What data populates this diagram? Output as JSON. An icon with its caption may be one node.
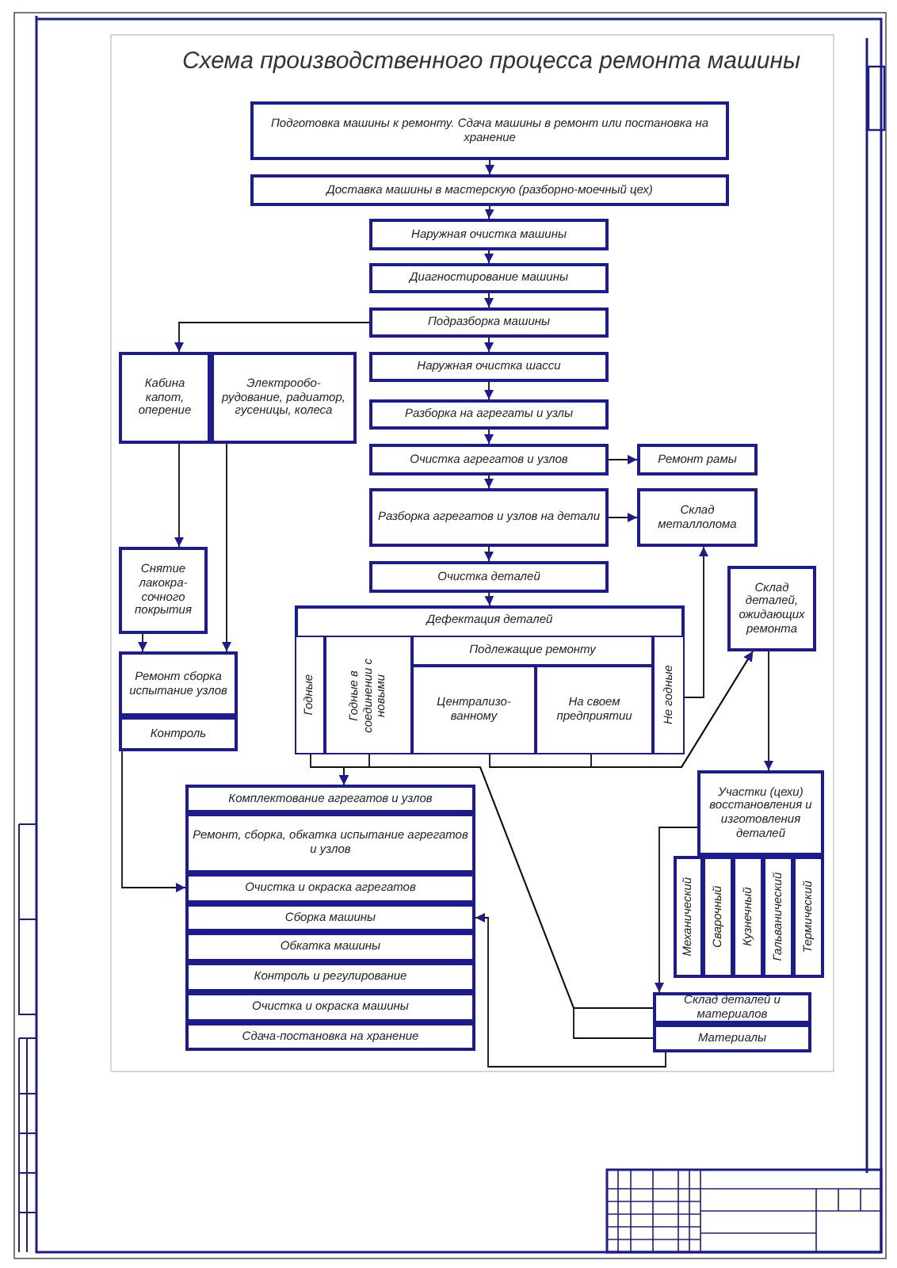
{
  "diagram": {
    "title": "Схема производственного процесса ремонта машины",
    "nodes": [
      {
        "text": [
          "Подготовка машины к ремонту. Сдача машины в ремонт или постановка на хранение"
        ]
      },
      {
        "text": [
          "Доставка машины в мастерскую (разборно-моечный цех)"
        ]
      },
      {
        "text": [
          "Наружная очистка машины"
        ]
      },
      {
        "text": [
          "Диагностирование машины"
        ]
      },
      {
        "text": [
          "Подразборка машины"
        ]
      },
      {
        "text": [
          "Кабина капот, оперение"
        ]
      },
      {
        "text": [
          "Электрообо-рудование, радиатор, гусеницы, колеса"
        ]
      },
      {
        "text": [
          "Наружная очистка шасси"
        ]
      },
      {
        "text": [
          "Разборка на агрегаты и узлы"
        ]
      },
      {
        "text": [
          "Очистка агрегатов и узлов"
        ]
      },
      {
        "text": [
          "Ремонт рамы"
        ]
      },
      {
        "text": [
          "Разборка агрегатов и узлов на детали"
        ]
      },
      {
        "text": [
          "Склад металлолома"
        ]
      },
      {
        "text": [
          "Снятие лакокра-сочного покрытия"
        ]
      },
      {
        "text": [
          "Очистка деталей"
        ]
      },
      {
        "text": [
          "Склад деталей, ожидающих ремонта"
        ]
      },
      {
        "text": [
          "Дефектация деталей"
        ]
      },
      {
        "text": [
          "Годные"
        ],
        "in": 16
      },
      {
        "text": [
          "Годные в соединении с новыми"
        ],
        "in": 16
      },
      {
        "text": [
          "Подлежащие ремонту"
        ],
        "in": 16
      },
      {
        "text": [
          "Централизо-ванному"
        ],
        "in": 16
      },
      {
        "text": [
          "На своем предприятии"
        ],
        "in": 16
      },
      {
        "text": [
          "Не годные"
        ],
        "in": 16
      },
      {
        "text": [
          "Ремонт сборка испытание узлов"
        ]
      },
      {
        "text": [
          "Контроль"
        ]
      },
      {
        "text": [
          "Участки (цехи) восстановления и изготовления деталей"
        ]
      },
      {
        "text": [
          "Механический"
        ]
      },
      {
        "text": [
          "Сварочный"
        ]
      },
      {
        "text": [
          "Кузнечный"
        ]
      },
      {
        "text": [
          "Гальванический"
        ]
      },
      {
        "text": [
          "Термический"
        ]
      },
      {
        "text": [
          "Комплектование агрегатов и узлов"
        ]
      },
      {
        "text": [
          "Ремонт, сборка, обкатка испытание агрегатов и узлов"
        ]
      },
      {
        "text": [
          "Очистка и окраска агрегатов"
        ]
      },
      {
        "text": [
          "Сборка машины"
        ]
      },
      {
        "text": [
          "Обкатка машины"
        ]
      },
      {
        "text": [
          "Контроль и регулирование"
        ]
      },
      {
        "text": [
          "Очистка и окраска машины"
        ]
      },
      {
        "text": [
          "Сдача-постановка на хранение"
        ]
      },
      {
        "text": [
          "Склад деталей и материалов"
        ]
      },
      {
        "text": [
          "Материалы"
        ]
      }
    ],
    "edges": [
      {
        "from": 0,
        "to": 1,
        "arrow": "to"
      },
      {
        "from": 1,
        "to": 2,
        "arrow": "to"
      },
      {
        "from": 2,
        "to": 3,
        "arrow": "to"
      },
      {
        "from": 3,
        "to": 4,
        "arrow": "to"
      },
      {
        "from": 4,
        "to": 7,
        "arrow": "to"
      },
      {
        "from": 4,
        "to": 5,
        "arrow": "to"
      },
      {
        "from": 7,
        "to": 8,
        "arrow": "to"
      },
      {
        "from": 8,
        "to": 9,
        "arrow": "to"
      },
      {
        "from": 9,
        "to": 10,
        "arrow": "to"
      },
      {
        "from": 9,
        "to": 11,
        "arrow": "to"
      },
      {
        "from": 11,
        "to": 12,
        "arrow": "to"
      },
      {
        "from": 11,
        "to": 14,
        "arrow": "to"
      },
      {
        "from": 14,
        "to": 16,
        "arrow": "to"
      },
      {
        "from": 5,
        "to": 13,
        "arrow": "to"
      },
      {
        "from": 6,
        "to": 23,
        "arrow": "to"
      },
      {
        "from": 13,
        "to": 23,
        "arrow": "to"
      },
      {
        "from": 24,
        "to": 33,
        "arrow": "to"
      },
      {
        "from": 22,
        "to": 12,
        "arrow": "to"
      },
      {
        "from": 17,
        "to": 31,
        "arrow": "to"
      },
      {
        "from": 18,
        "to": 31,
        "arrow": "to"
      },
      {
        "from": 20,
        "to": 15,
        "arrow": "to"
      },
      {
        "from": 21,
        "to": 15,
        "arrow": "to"
      },
      {
        "from": 15,
        "to": 25,
        "arrow": "to"
      },
      {
        "from": 25,
        "to": 39,
        "arrow": "to"
      },
      {
        "from": 39,
        "to": 31,
        "arrow": "to"
      },
      {
        "from": 40,
        "to": 31,
        "arrow": "to"
      },
      {
        "from": 40,
        "to": 34,
        "arrow": "to"
      }
    ]
  }
}
